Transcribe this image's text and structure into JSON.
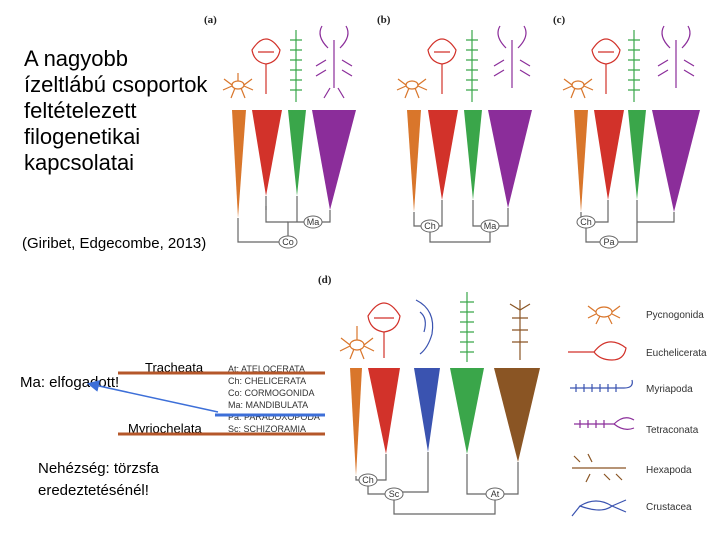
{
  "title": "A nagyobb ízeltlábú csoportok feltételezett filogenetikai kapcsolatai",
  "citation": "(Giribet, Edgecombe, 2013)",
  "note_ma": "Ma: elfogadott!",
  "note_problem": "Nehézség: törzsfa eredeztetésénél!",
  "label_tracheata": "Tracheata",
  "label_myriochelata": "Myriochelata",
  "panels": {
    "a": "(a)",
    "b": "(b)",
    "c": "(c)",
    "d": "(d)"
  },
  "abbreviations": [
    "At: ATELOCERATA",
    "Ch: CHELICERATA",
    "Co: CORMOGONIDA",
    "Ma: MANDIBULATA",
    "Pa: PARADOXOPODA",
    "Sc: SCHIZORAMIA"
  ],
  "groups": [
    "Pycnogonida",
    "Euchelicerata",
    "Myriapoda",
    "Tetraconata",
    "Hexapoda",
    "Crustacea"
  ],
  "nodes": {
    "a": [
      "Ma",
      "Co"
    ],
    "b": [
      "Ch",
      "Ma"
    ],
    "c": [
      "Ch",
      "Pa"
    ],
    "d": [
      "Ch",
      "Sc",
      "At"
    ]
  },
  "colors": {
    "pycnogonida": "#d9762b",
    "euchelicerata": "#d2322a",
    "myriapoda": "#3a53b0",
    "tetraconata": "#8b2d9a",
    "hexapoda": "#3aa64a",
    "crustacea": "#8a5524",
    "tracheata_line": "#b5572a",
    "myriochelata_line": "#3d6fd8",
    "arrow": "#3d6fd8"
  }
}
